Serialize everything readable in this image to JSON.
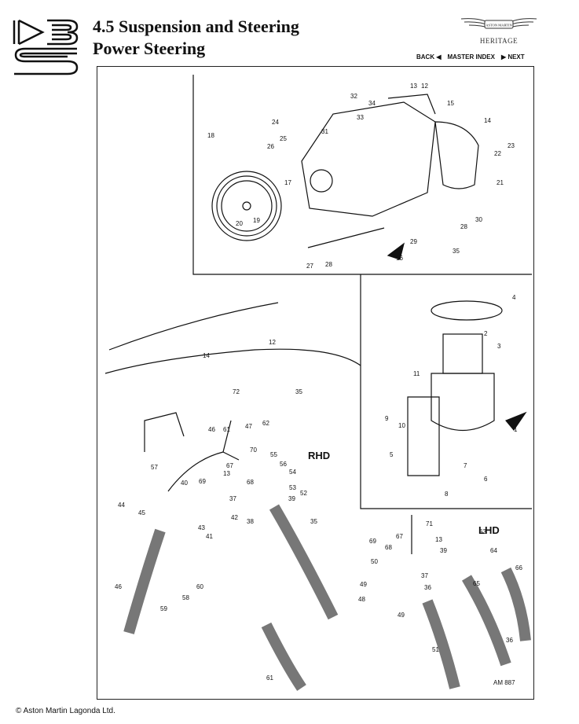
{
  "header": {
    "title_line1": "4.5 Suspension and Steering",
    "title_line2": "Power Steering",
    "brand_badge": "ASTON MARTIN",
    "heritage": "HERITAGE"
  },
  "nav": {
    "back": "BACK ◀",
    "master_index": "MASTER INDEX",
    "next": "▶ NEXT"
  },
  "figure": {
    "rhd_label": "RHD",
    "lhd_label": "LHD",
    "ref": "AM 887",
    "callouts_top": [
      "13",
      "12",
      "32",
      "34",
      "33",
      "15",
      "14",
      "23",
      "24",
      "31",
      "25",
      "26",
      "18",
      "22",
      "21",
      "17",
      "19",
      "20",
      "30",
      "28",
      "29",
      "16",
      "27",
      "28",
      "35"
    ],
    "callouts_mid": [
      "12",
      "14",
      "72",
      "35",
      "46",
      "61",
      "47",
      "62",
      "4",
      "2",
      "3",
      "11",
      "9",
      "10",
      "1",
      "5",
      "7",
      "6",
      "8"
    ],
    "callouts_rhd": [
      "70",
      "55",
      "67",
      "56",
      "57",
      "13",
      "54",
      "69",
      "68",
      "53",
      "40",
      "37",
      "39",
      "52",
      "44",
      "45",
      "42",
      "38",
      "35",
      "43",
      "41",
      "46",
      "60",
      "58",
      "59",
      "61"
    ],
    "callouts_lhd": [
      "71",
      "67",
      "63",
      "69",
      "68",
      "13",
      "39",
      "64",
      "50",
      "37",
      "66",
      "49",
      "36",
      "65",
      "48",
      "49",
      "51",
      "36"
    ]
  },
  "footer": {
    "copyright": "© Aston Martin Lagonda Ltd."
  },
  "colors": {
    "ink": "#111111",
    "paper": "#ffffff"
  }
}
